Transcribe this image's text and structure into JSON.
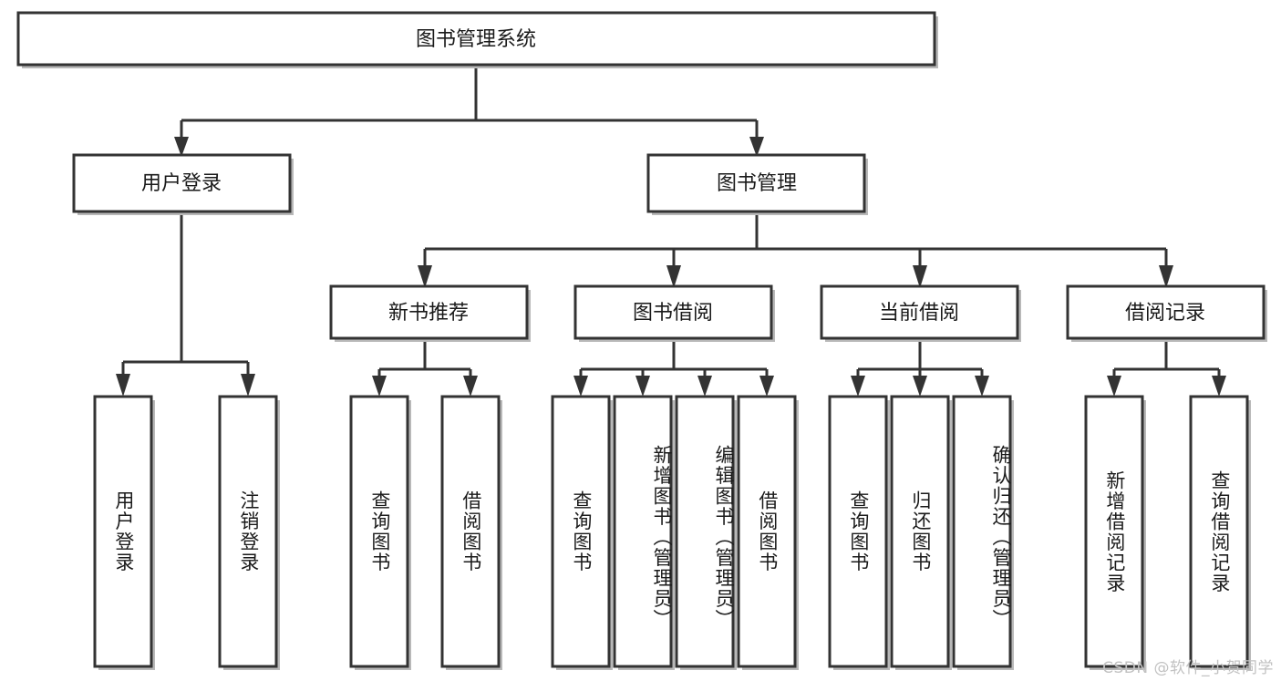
{
  "diagram": {
    "type": "tree-hierarchy",
    "title": "图书管理系统",
    "orientation": "top-down",
    "colors": {
      "box_fill": "#ffffff",
      "box_stroke": "#333333",
      "text": "#1a1a1a",
      "shadow": "#b8b8b8",
      "watermark": "#c2c2c2"
    },
    "root": {
      "label": "图书管理系统"
    },
    "level2": [
      {
        "label": "用户登录"
      },
      {
        "label": "图书管理"
      }
    ],
    "level3": [
      {
        "label": "新书推荐"
      },
      {
        "label": "图书借阅"
      },
      {
        "label": "当前借阅"
      },
      {
        "label": "借阅记录"
      }
    ],
    "groups": [
      {
        "parent": "用户登录",
        "leaves": [
          "用户登录",
          "注销登录"
        ]
      },
      {
        "parent": "新书推荐",
        "leaves": [
          "查询图书",
          "借阅图书"
        ]
      },
      {
        "parent": "图书借阅",
        "leaves": [
          "查询图书",
          "新增图书（管理员）",
          "编辑图书（管理员）",
          "借阅图书"
        ]
      },
      {
        "parent": "当前借阅",
        "leaves": [
          "查询图书",
          "归还图书",
          "确认归还（管理员）"
        ]
      },
      {
        "parent": "借阅记录",
        "leaves": [
          "新增借阅记录",
          "查询借阅记录"
        ]
      }
    ],
    "leaves": [
      {
        "label": "用户登录"
      },
      {
        "label": "注销登录"
      },
      {
        "label": "查询图书"
      },
      {
        "label": "借阅图书"
      },
      {
        "label": "查询图书"
      },
      {
        "label": "新增图书（管理员）"
      },
      {
        "label": "编辑图书（管理员）"
      },
      {
        "label": "借阅图书"
      },
      {
        "label": "查询图书"
      },
      {
        "label": "归还图书"
      },
      {
        "label": "确认归还（管理员）"
      },
      {
        "label": "新增借阅记录"
      },
      {
        "label": "查询借阅记录"
      }
    ],
    "watermark": "CSDN @软件_小贺同学"
  }
}
